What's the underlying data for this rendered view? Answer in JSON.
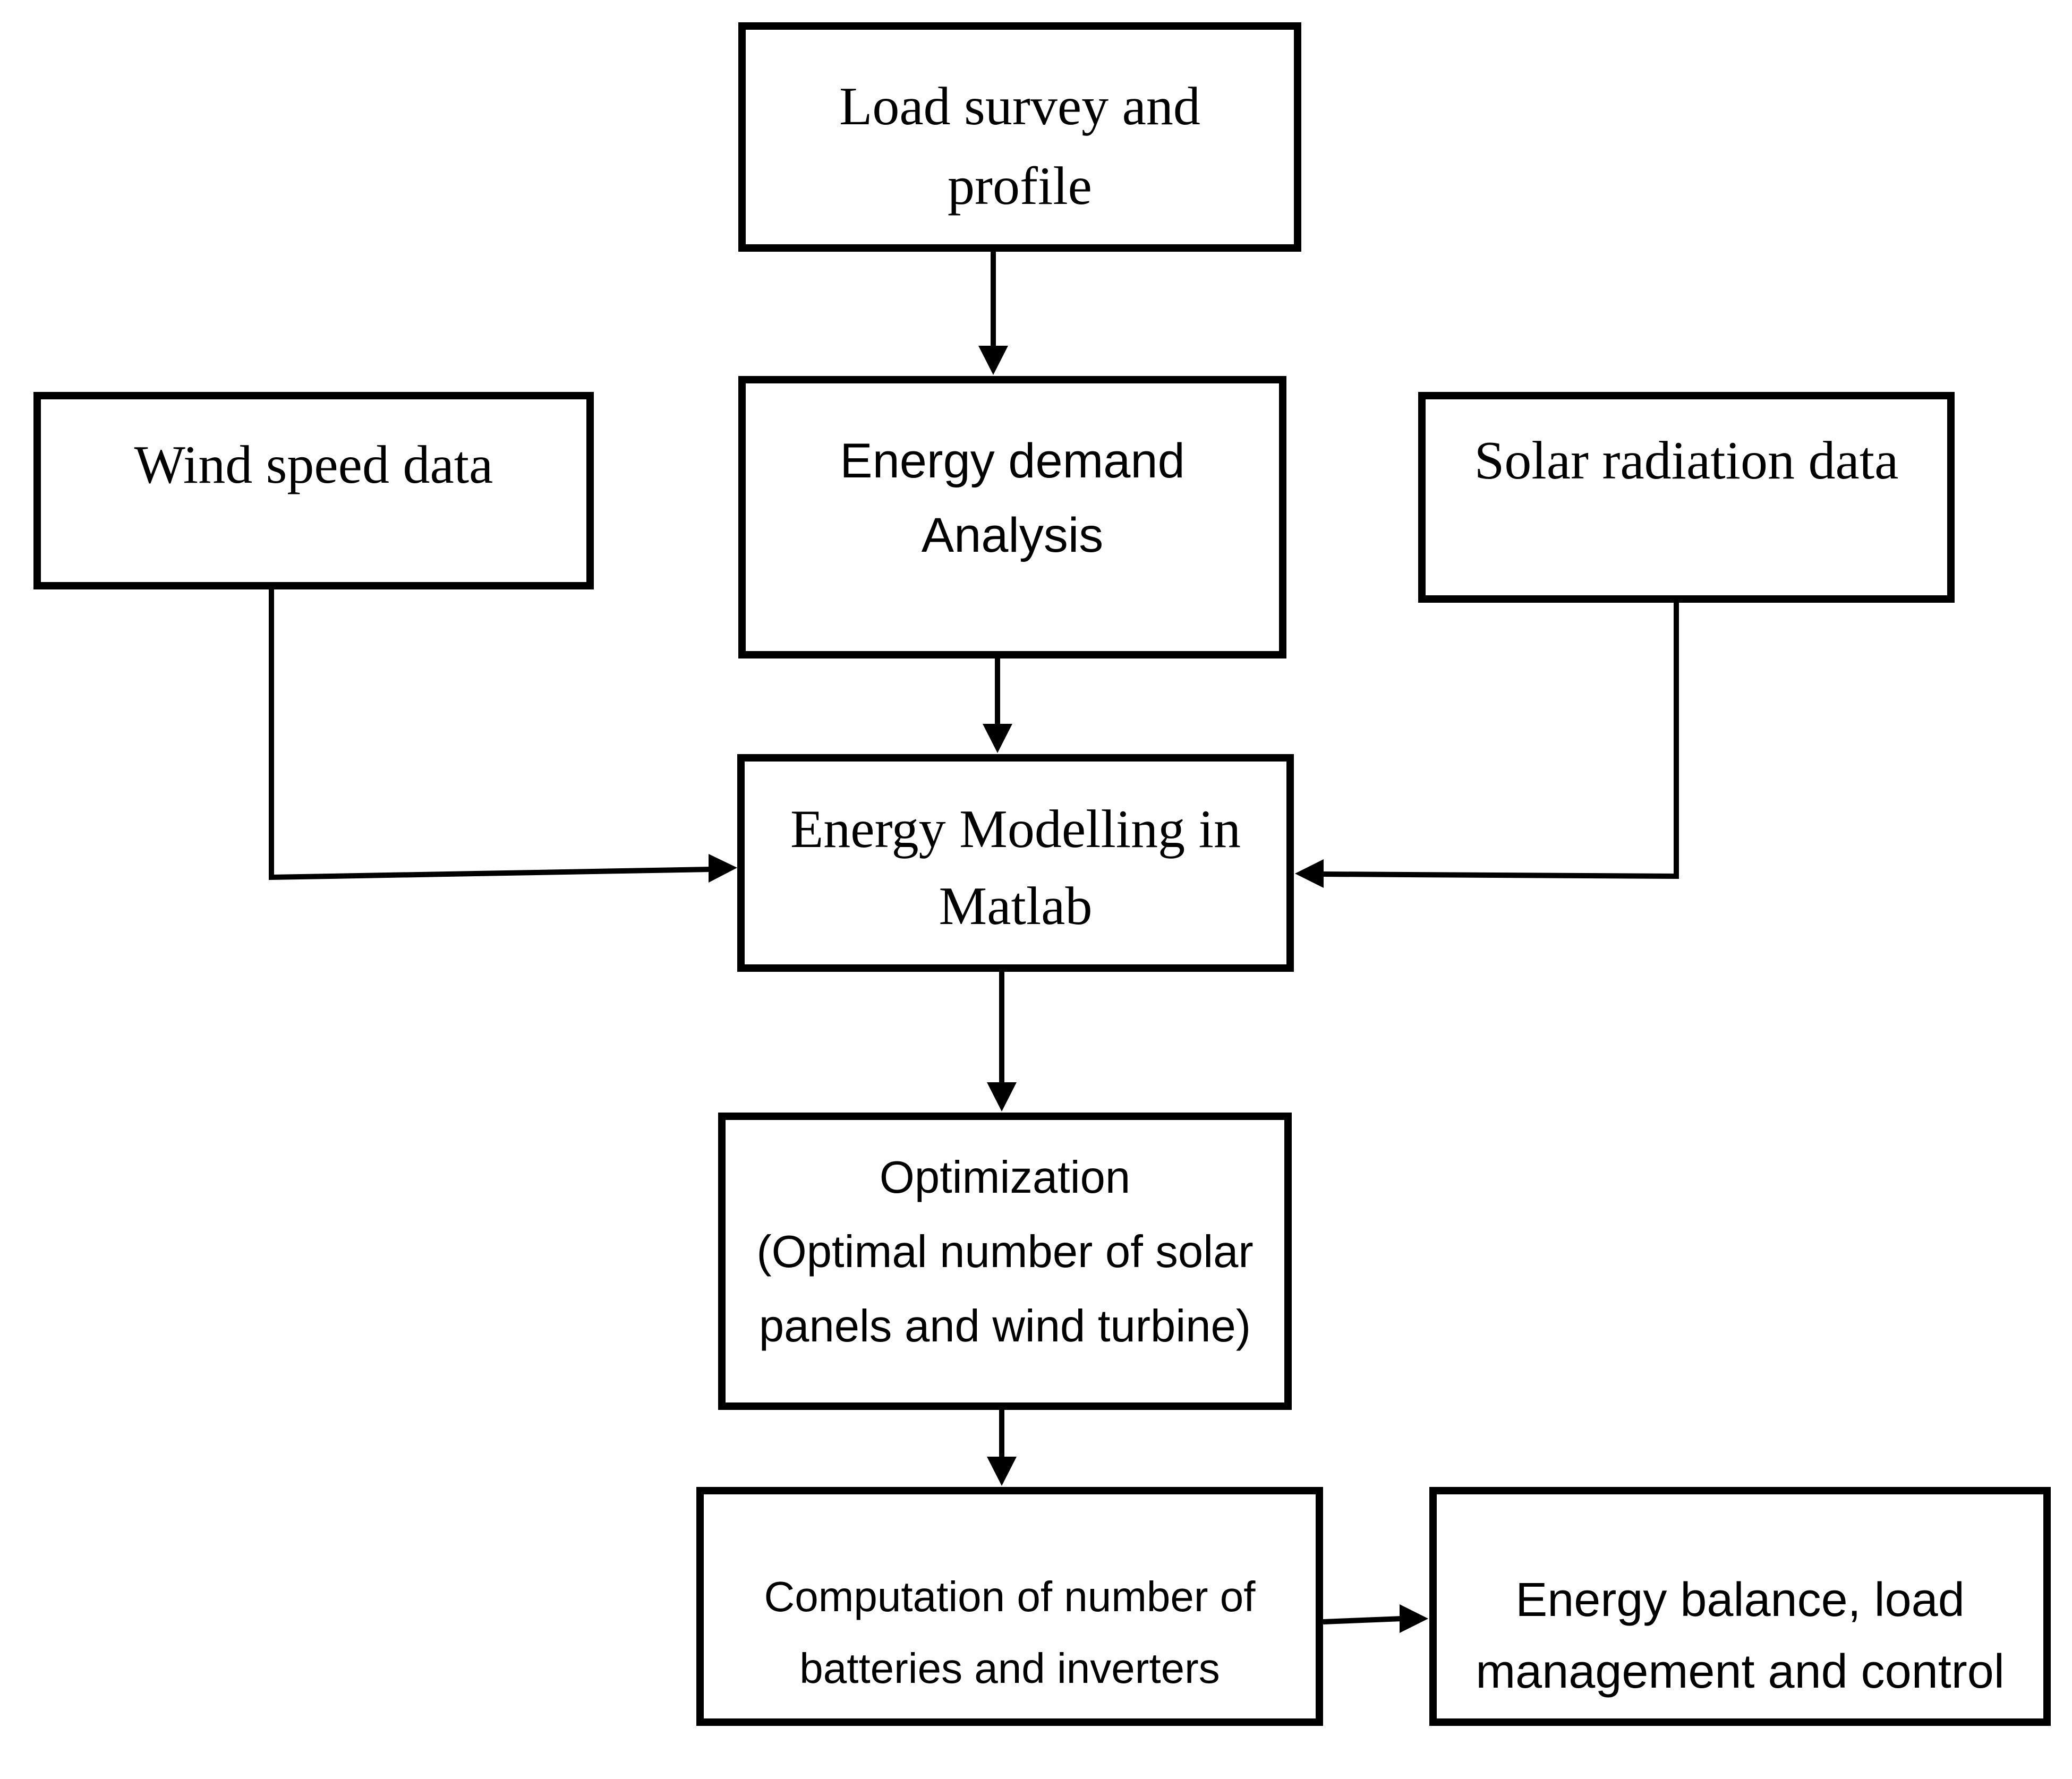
{
  "diagram": {
    "type": "flowchart",
    "background_color": "#ffffff",
    "box_border_color": "#000000",
    "text_color": "#000000",
    "nodes": {
      "load_survey": {
        "label": "Load survey and profile",
        "lines": [
          "Load survey and",
          "profile"
        ]
      },
      "wind_speed": {
        "label": "Wind speed data",
        "lines": [
          "Wind speed data"
        ]
      },
      "energy_demand": {
        "label": "Energy demand Analysis",
        "lines": [
          "Energy demand",
          "Analysis"
        ]
      },
      "solar_radiation": {
        "label": "Solar radiation data",
        "lines": [
          "Solar radiation data"
        ]
      },
      "energy_modelling": {
        "label": "Energy Modelling in Matlab",
        "lines": [
          "Energy Modelling in",
          "Matlab"
        ]
      },
      "optimization": {
        "label": "Optimization (Optimal number of solar panels and wind turbine)",
        "lines": [
          "Optimization",
          "(Optimal number of solar",
          "panels and wind turbine)"
        ]
      },
      "computation": {
        "label": "Computation of number of batteries and inverters",
        "lines": [
          "Computation of number of",
          "batteries and inverters"
        ]
      },
      "energy_balance": {
        "label": "Energy balance, load management and control",
        "lines": [
          "Energy balance, load",
          "management and control"
        ]
      }
    },
    "edges": [
      {
        "from": "load_survey",
        "to": "energy_demand",
        "direction": "down"
      },
      {
        "from": "energy_demand",
        "to": "energy_modelling",
        "direction": "down"
      },
      {
        "from": "wind_speed",
        "to": "energy_modelling",
        "direction": "down-then-right"
      },
      {
        "from": "solar_radiation",
        "to": "energy_modelling",
        "direction": "down-then-left"
      },
      {
        "from": "energy_modelling",
        "to": "optimization",
        "direction": "down"
      },
      {
        "from": "optimization",
        "to": "computation",
        "direction": "down"
      },
      {
        "from": "computation",
        "to": "energy_balance",
        "direction": "right"
      }
    ]
  }
}
